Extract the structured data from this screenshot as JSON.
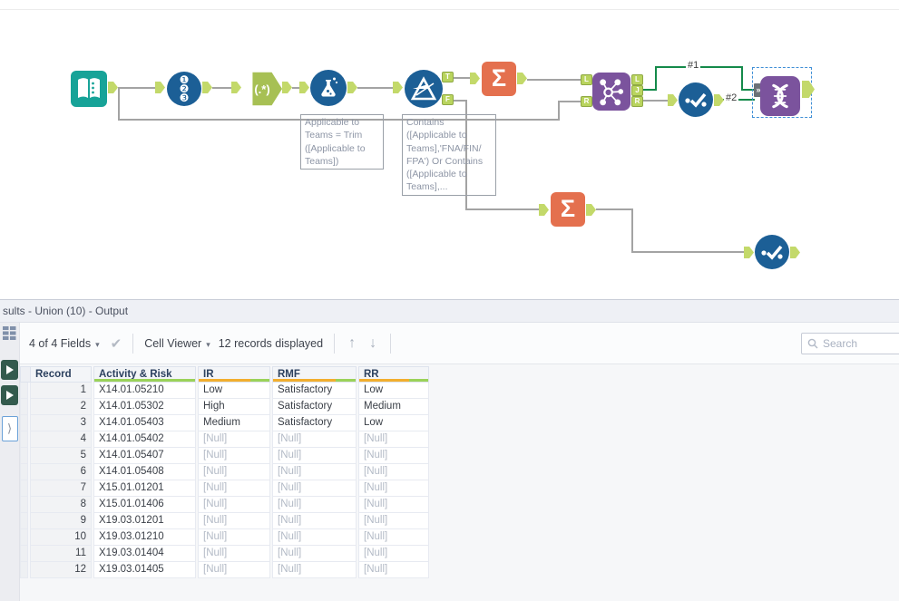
{
  "canvas": {
    "annotations": {
      "formula_note": "Applicable to\nTeams = Trim\n([Applicable to\nTeams])",
      "filter_note": "Contains\n([Applicable to\nTeams],'FNA/FIN/\nFPA') Or Contains\n([Applicable to\nTeams],..."
    },
    "labels": {
      "conn1": "#1",
      "conn2": "#2"
    },
    "anchors": {
      "t": "T",
      "f": "F",
      "l": "L",
      "j": "J",
      "r": "R"
    },
    "glyphs": {
      "regex": "(.*)",
      "sigma": "Σ",
      "multi_input": "»",
      "record_digits": [
        "❶",
        "❷",
        "❸"
      ]
    }
  },
  "results": {
    "title": "sults - Union (10) - Output",
    "toolbar": {
      "fields": "4 of 4 Fields",
      "cell_viewer": "Cell Viewer",
      "records": "12 records displayed",
      "search_placeholder": "Search"
    },
    "table": {
      "columns": [
        {
          "label": "Record",
          "quality": null
        },
        {
          "label": "Activity & Risk",
          "quality": {
            "orange": 0,
            "green": 1
          }
        },
        {
          "label": "IR",
          "quality": {
            "orange": 0.73,
            "green": 0.27
          }
        },
        {
          "label": "RMF",
          "quality": {
            "orange": 0.76,
            "green": 0.24
          }
        },
        {
          "label": "RR",
          "quality": {
            "orange": 0.73,
            "green": 0.27
          }
        }
      ],
      "null_text": "[Null]",
      "rows": [
        [
          "1",
          "X14.01.05210",
          "Low",
          "Satisfactory",
          "Low"
        ],
        [
          "2",
          "X14.01.05302",
          "High",
          "Satisfactory",
          "Medium"
        ],
        [
          "3",
          "X14.01.05403",
          "Medium",
          "Satisfactory",
          "Low"
        ],
        [
          "4",
          "X14.01.05402",
          "[Null]",
          "[Null]",
          "[Null]"
        ],
        [
          "5",
          "X14.01.05407",
          "[Null]",
          "[Null]",
          "[Null]"
        ],
        [
          "6",
          "X14.01.05408",
          "[Null]",
          "[Null]",
          "[Null]"
        ],
        [
          "7",
          "X15.01.01201",
          "[Null]",
          "[Null]",
          "[Null]"
        ],
        [
          "8",
          "X15.01.01406",
          "[Null]",
          "[Null]",
          "[Null]"
        ],
        [
          "9",
          "X19.03.01201",
          "[Null]",
          "[Null]",
          "[Null]"
        ],
        [
          "10",
          "X19.03.01210",
          "[Null]",
          "[Null]",
          "[Null]"
        ],
        [
          "11",
          "X19.03.01404",
          "[Null]",
          "[Null]",
          "[Null]"
        ],
        [
          "12",
          "X19.03.01405",
          "[Null]",
          "[Null]",
          "[Null]"
        ]
      ]
    }
  },
  "icons": {
    "caret": "▾",
    "check": "✔",
    "arrow_up": "↑",
    "arrow_down": "↓"
  },
  "colors": {
    "tool_teal": "#17a398",
    "tool_blue": "#1c5f96",
    "tool_green": "#a7c054",
    "tool_orange": "#e4704e",
    "tool_purple": "#7b539d",
    "anchor_green": "#c3d96a",
    "wire_gray": "#a3a3a3",
    "wire_selected_green": "#148a4a",
    "quality_orange": "#f2ae2e",
    "quality_green": "#9ad259",
    "selection_dashed_blue": "#3f8fd6"
  }
}
